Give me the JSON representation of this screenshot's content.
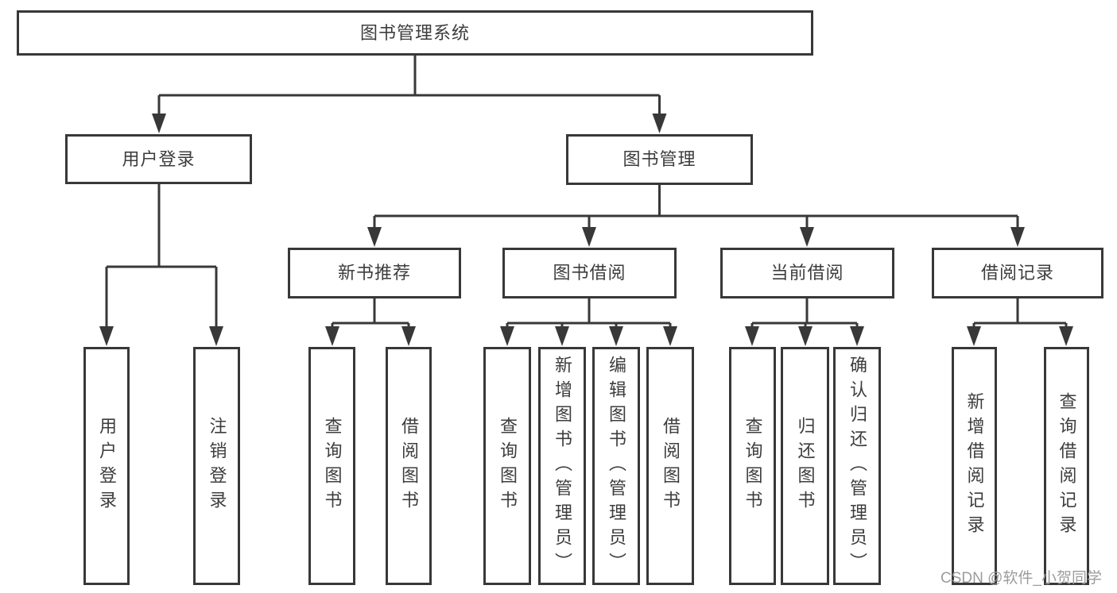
{
  "watermark": {
    "text": "CSDN @软件_小贺同学"
  },
  "colors": {
    "line": "#383838",
    "text": "#3d3d3d",
    "box_background": "#ffffff",
    "watermark": "#9c9c9c"
  },
  "tree": {
    "root": {
      "label": "图书管理系统"
    },
    "branches": [
      {
        "label": "用户登录",
        "leaves": [
          {
            "label": "用户登录"
          },
          {
            "label": "注销登录"
          }
        ]
      },
      {
        "label": "图书管理",
        "groups": [
          {
            "label": "新书推荐",
            "leaves": [
              {
                "label": "查询图书"
              },
              {
                "label": "借阅图书"
              }
            ]
          },
          {
            "label": "图书借阅",
            "leaves": [
              {
                "label": "查询图书"
              },
              {
                "label": "新增图书（管理员）"
              },
              {
                "label": "编辑图书（管理员）"
              },
              {
                "label": "借阅图书"
              }
            ]
          },
          {
            "label": "当前借阅",
            "leaves": [
              {
                "label": "查询图书"
              },
              {
                "label": "归还图书"
              },
              {
                "label": "确认归还（管理员）"
              }
            ]
          },
          {
            "label": "借阅记录",
            "leaves": [
              {
                "label": "新增借阅记录"
              },
              {
                "label": "查询借阅记录"
              }
            ]
          }
        ]
      }
    ]
  }
}
